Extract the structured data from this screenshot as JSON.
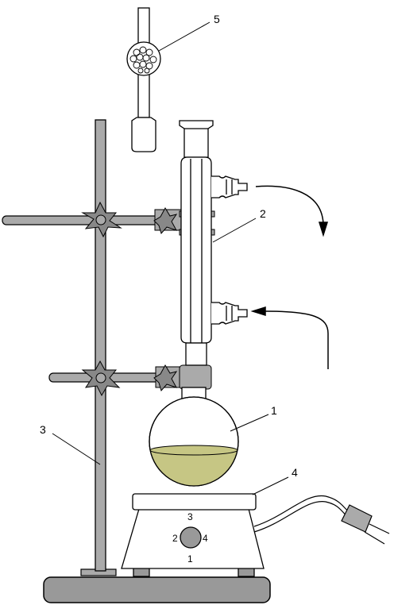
{
  "labels": {
    "flask": "1",
    "condenser": "2",
    "stand_rod": "3",
    "hotplate": "4",
    "drying_tube": "5"
  },
  "knob_labels": {
    "top": "3",
    "left": "2",
    "right": "4",
    "bottom": "1"
  },
  "colors": {
    "liquid": "#c6c684",
    "glass": "#ffffff",
    "metal": "#aaaaaa",
    "base": "#999999",
    "outline": "#000000"
  }
}
